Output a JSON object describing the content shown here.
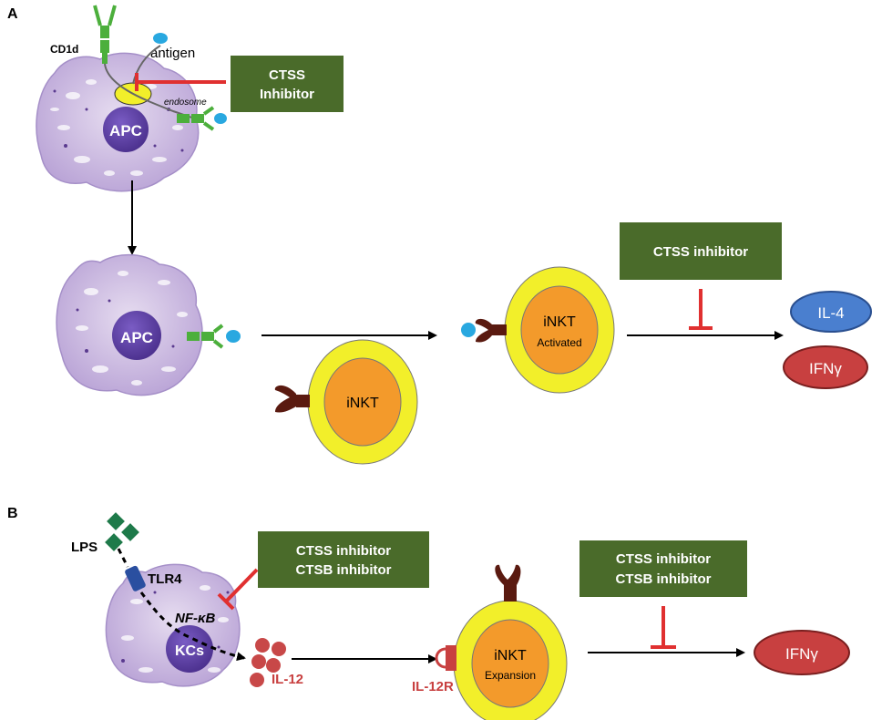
{
  "panel_a": {
    "letter": "A",
    "cd1d_label": "CD1d",
    "antigen_label": "antigen",
    "endosome_label": "endosome",
    "apc_label_top": "APC",
    "inhibitor_box_1": [
      "CTSS",
      "Inhibitor"
    ],
    "apc_label_bottom": "APC",
    "inkt_label": "iNKT",
    "inkt_activated": [
      "iNKT",
      "Activated"
    ],
    "inhibitor_box_2": "CTSS inhibitor",
    "cytokine_1": "IL-4",
    "cytokine_2": "IFNγ"
  },
  "panel_b": {
    "letter": "B",
    "lps_label": "LPS",
    "tlr4_label": "TLR4",
    "nfkb_label": "NF-κB",
    "kc_label": "KCs",
    "il12_label": "IL-12",
    "il12r_label": "IL-12R",
    "inhibitor_box_3": [
      "CTSS inhibitor",
      "CTSB inhibitor"
    ],
    "inkt_expansion": [
      "iNKT",
      "Expansion"
    ],
    "inhibitor_box_4": [
      "CTSS inhibitor",
      "CTSB inhibitor"
    ],
    "cytokine_3": "IFNγ"
  },
  "colors": {
    "inhibitor_box": "#4a6b2a",
    "inhibit_red": "#e03030",
    "cell_purple": "#c9b8de",
    "nucleus": "#5b3fa0",
    "inkt_yellow": "#f2ef2a",
    "inkt_orange": "#f39a2b",
    "il4_blue": "#4a7fcf",
    "ifng_red": "#c84040",
    "antigen_cyan": "#29a8e0",
    "cd1d_green": "#4caf3c",
    "tcr_brown": "#5a1a10"
  }
}
